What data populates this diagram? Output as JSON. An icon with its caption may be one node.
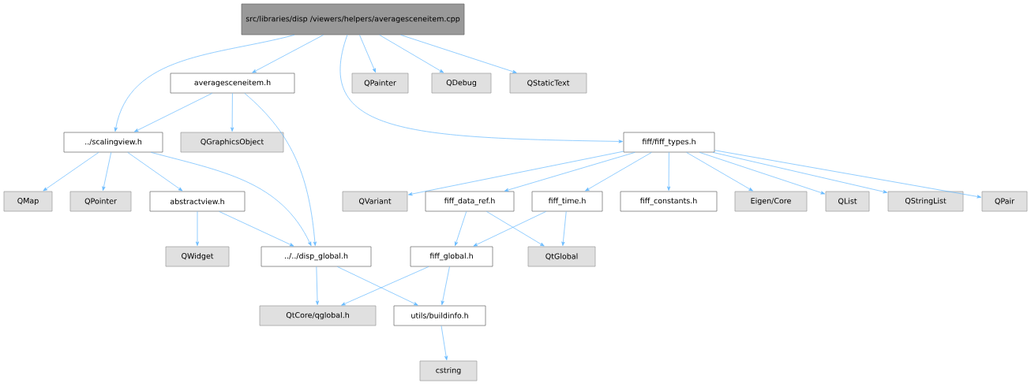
{
  "diagram": {
    "nodes": [
      {
        "text": [
          "src/libraries/disp /viewers/helpers/averagesceneitem.cpp"
        ]
      },
      {
        "text": [
          "averagesceneitem.h"
        ]
      },
      {
        "text": [
          "QPainter"
        ]
      },
      {
        "text": [
          "QDebug"
        ]
      },
      {
        "text": [
          "QStaticText"
        ]
      },
      {
        "text": [
          "../scalingview.h"
        ]
      },
      {
        "text": [
          "QGraphicsObject"
        ]
      },
      {
        "text": [
          "fiff/fiff_types.h"
        ]
      },
      {
        "text": [
          "QMap"
        ]
      },
      {
        "text": [
          "QPointer"
        ]
      },
      {
        "text": [
          "abstractview.h"
        ]
      },
      {
        "text": [
          "QVariant"
        ]
      },
      {
        "text": [
          "fiff_data_ref.h"
        ]
      },
      {
        "text": [
          "fiff_time.h"
        ]
      },
      {
        "text": [
          "fiff_constants.h"
        ]
      },
      {
        "text": [
          "Eigen/Core"
        ]
      },
      {
        "text": [
          "QList"
        ]
      },
      {
        "text": [
          "QStringList"
        ]
      },
      {
        "text": [
          "QPair"
        ]
      },
      {
        "text": [
          "QWidget"
        ]
      },
      {
        "text": [
          "../../disp_global.h"
        ]
      },
      {
        "text": [
          "fiff_global.h"
        ]
      },
      {
        "text": [
          "QtGlobal"
        ]
      },
      {
        "text": [
          "QtCore/qglobal.h"
        ]
      },
      {
        "text": [
          "utils/buildinfo.h"
        ]
      },
      {
        "text": [
          "cstring"
        ]
      }
    ],
    "edges": [
      {
        "from": 0,
        "to": 5,
        "arrow": "to"
      },
      {
        "from": 0,
        "to": 1,
        "arrow": "to"
      },
      {
        "from": 0,
        "to": 2,
        "arrow": "to"
      },
      {
        "from": 0,
        "to": 3,
        "arrow": "to"
      },
      {
        "from": 0,
        "to": 4,
        "arrow": "to"
      },
      {
        "from": 0,
        "to": 7,
        "arrow": "to"
      },
      {
        "from": 1,
        "to": 5,
        "arrow": "to"
      },
      {
        "from": 1,
        "to": 6,
        "arrow": "to"
      },
      {
        "from": 1,
        "to": 20,
        "arrow": "to"
      },
      {
        "from": 5,
        "to": 8,
        "arrow": "to"
      },
      {
        "from": 5,
        "to": 9,
        "arrow": "to"
      },
      {
        "from": 5,
        "to": 10,
        "arrow": "to"
      },
      {
        "from": 5,
        "to": 20,
        "arrow": "to"
      },
      {
        "from": 10,
        "to": 19,
        "arrow": "to"
      },
      {
        "from": 10,
        "to": 20,
        "arrow": "to"
      },
      {
        "from": 20,
        "to": 23,
        "arrow": "to"
      },
      {
        "from": 20,
        "to": 24,
        "arrow": "to"
      },
      {
        "from": 7,
        "to": 11,
        "arrow": "to"
      },
      {
        "from": 7,
        "to": 12,
        "arrow": "to"
      },
      {
        "from": 7,
        "to": 13,
        "arrow": "to"
      },
      {
        "from": 7,
        "to": 14,
        "arrow": "to"
      },
      {
        "from": 7,
        "to": 15,
        "arrow": "to"
      },
      {
        "from": 7,
        "to": 16,
        "arrow": "to"
      },
      {
        "from": 7,
        "to": 17,
        "arrow": "to"
      },
      {
        "from": 7,
        "to": 18,
        "arrow": "to"
      },
      {
        "from": 12,
        "to": 21,
        "arrow": "to"
      },
      {
        "from": 12,
        "to": 22,
        "arrow": "to"
      },
      {
        "from": 13,
        "to": 21,
        "arrow": "to"
      },
      {
        "from": 13,
        "to": 22,
        "arrow": "to"
      },
      {
        "from": 21,
        "to": 23,
        "arrow": "to"
      },
      {
        "from": 21,
        "to": 24,
        "arrow": "to"
      },
      {
        "from": 24,
        "to": 25,
        "arrow": "to"
      }
    ]
  }
}
